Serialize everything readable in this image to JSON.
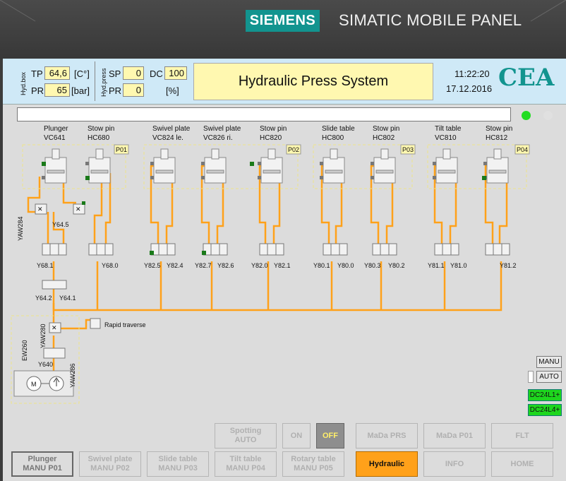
{
  "bezel": {
    "brand": "SIEMENS",
    "panel_title": "SIMATIC MOBILE PANEL"
  },
  "header": {
    "hydbox": {
      "label": "Hyd.box",
      "tp_label": "TP",
      "tp_value": "64,6",
      "tp_unit": "[C°]",
      "pr_label": "PR",
      "pr_value": "65",
      "pr_unit": "[bar]"
    },
    "hydpress": {
      "label": "Hyd.press",
      "sp_label": "SP",
      "sp_value": "0",
      "dc_label": "DC",
      "dc_value": "100",
      "pr_label": "PR",
      "pr_value": "0",
      "pr_unit": "[%]"
    },
    "title": "Hydraulic Press System",
    "time": "11:22:20",
    "date": "17.12.2016",
    "logo": "CEA"
  },
  "status": {
    "led1_color": "#22dd22",
    "led2_color": "#e0e0e0"
  },
  "diagram": {
    "components": [
      {
        "name": "Plunger",
        "code": "VC641"
      },
      {
        "name": "Stow pin",
        "code": "HC680"
      },
      {
        "name": "Swivel plate",
        "code": "VC824 le."
      },
      {
        "name": "Swivel plate",
        "code": "VC826 ri."
      },
      {
        "name": "Stow pin",
        "code": "HC820"
      },
      {
        "name": "Slide table",
        "code": "HC800"
      },
      {
        "name": "Stow pin",
        "code": "HC802"
      },
      {
        "name": "Tilt table",
        "code": "VC810"
      },
      {
        "name": "Stow pin",
        "code": "HC812"
      }
    ],
    "groups": [
      "P01",
      "P02",
      "P03",
      "P04"
    ],
    "valves": [
      "Y68.1",
      "Y68.0",
      "Y82.5",
      "Y82.4",
      "Y82.7",
      "Y82.6",
      "Y82.0",
      "Y82.1",
      "Y80.1",
      "Y80.0",
      "Y80.3",
      "Y80.2",
      "Y81.1",
      "Y81.0",
      "Y81.2"
    ],
    "aux_labels": {
      "yaw284": "YAW284",
      "y645": "Y64.5",
      "y642": "Y64.2",
      "y641": "Y64.1",
      "yaw280": "YAW280",
      "rapid": "Rapid traverse",
      "ew260": "EW260",
      "y640": "Y640",
      "yaw286": "YAW286",
      "motor": "M"
    }
  },
  "side": {
    "manu": "MANU",
    "auto": "AUTO",
    "dc1": "DC24L1+",
    "dc2": "DC24L4+"
  },
  "buttons": {
    "spotting": "Spotting\nAUTO",
    "on": "ON",
    "off": "OFF",
    "mada_prs": "MaDa PRS",
    "mada_p01": "MaDa P01",
    "flt": "FLT",
    "plunger": "Plunger\nMANU P01",
    "swivel": "Swivel plate\nMANU P02",
    "slide": "Slide table\nMANU P03",
    "tilt": "Tilt table\nMANU P04",
    "rotary": "Rotary table\nMANU P05",
    "hydraulic": "Hydraulic",
    "info": "INFO",
    "home": "HOME"
  },
  "colors": {
    "pipe": "#ffa11a",
    "accent": "#12948f",
    "highlight": "#fff8b0",
    "ok_green": "#1ed61e"
  }
}
